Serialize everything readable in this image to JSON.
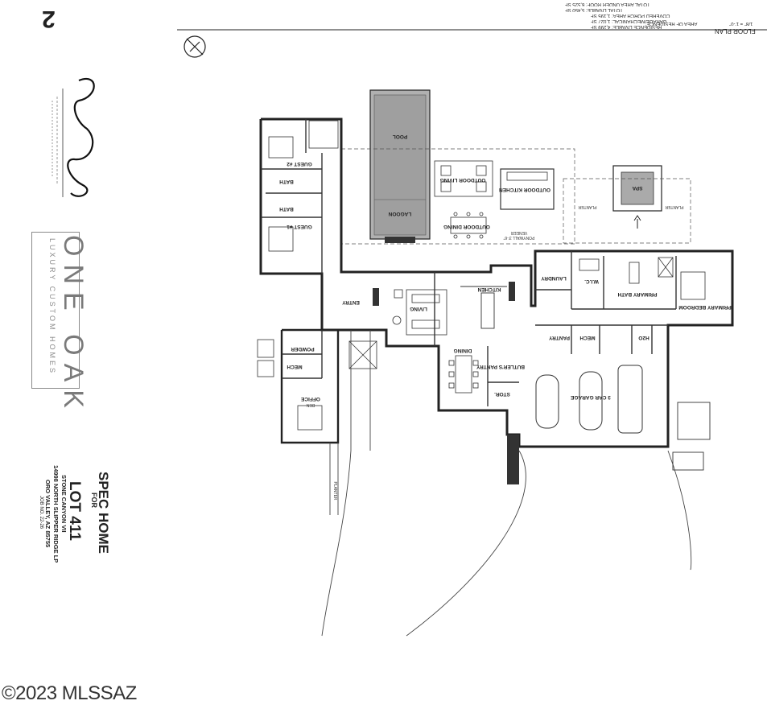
{
  "sheet": {
    "number": "2",
    "brand": {
      "name": "ONE OAK",
      "tagline": "LUXURY CUSTOM HOMES"
    },
    "project": {
      "title": "SPEC HOME",
      "for": "FOR",
      "lot": "LOT 411",
      "lines": [
        "STONE CANYON VII",
        "14998 NORTH SLIPPER RIDGE LP",
        "ORO VALLEY, AZ 85755",
        "JOB NO. 22-26"
      ]
    },
    "plan": {
      "heading": "FLOOR PLAN",
      "scale": "1/8\" = 1'-0\"",
      "area_title": "AREA OF RESIDENCE:",
      "areas": [
        {
          "label": "RESIDENCE LIVABLE:",
          "value": "4,299 SF"
        },
        {
          "label": "GARAGE/MECHANICAL:",
          "value": "1,027 SF"
        },
        {
          "label": "COVERED PORCH AREA:",
          "value": "1,195 SF"
        },
        {
          "label": "TOTAL LIVABLE:",
          "value": "5,450 SF"
        },
        {
          "label": "TOTAL AREA UNDER ROOF:",
          "value": "6,525 SF"
        }
      ]
    },
    "rooms": {
      "pool": "POOL",
      "spa": "SPA",
      "lagoon": "LAGOON",
      "outdoor_living": "OUTDOOR LIVING",
      "outdoor_kitchen": "OUTDOOR KITCHEN",
      "outdoor_dining": "OUTDOOR DINING",
      "guest2": "GUEST #2",
      "guest1": "GUEST #1",
      "bath": "BATH",
      "bath2": "BATH",
      "entry": "ENTRY",
      "living": "LIVING",
      "kitchen": "KITCHEN",
      "dining": "DINING",
      "laundry": "LAUNDRY",
      "wic": "W.I.C.",
      "primary_bath": "PRIMARY BATH",
      "primary_bedroom": "PRIMARY BEDROOM",
      "powder": "POWDER",
      "mech": "MECH",
      "mech2": "MECH",
      "h2o": "H2O",
      "pantry": "PANTRY",
      "butlers_pantry": "BUTLER'S PANTRY",
      "stor": "STOR.",
      "office": "OFFICE",
      "den": "DEN",
      "garage": "3 CAR GARAGE",
      "planter": "PLANTER",
      "planter2": "PLANTER",
      "planter3": "PLANTER",
      "veneer": "VENEER",
      "pony_wall": "PONYWALL 3'-6\""
    },
    "copyright": "©2023 MLSSAZ"
  }
}
